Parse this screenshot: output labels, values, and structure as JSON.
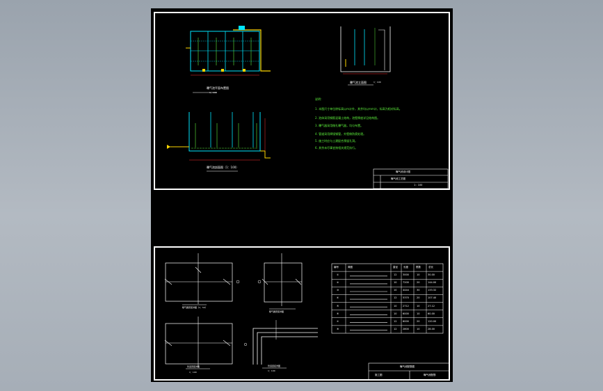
{
  "drawing": {
    "top_sheet": {
      "plan_title": "曝气池平面布置图",
      "plan_scale": "1：100",
      "section_a_title": "曝气池立面图",
      "section_a_scale": "1：100",
      "section_b_title": "曝气池剖面图（1：100）",
      "notes_heading": "说明：",
      "notes": [
        "1. 本图尺寸单位除标高以m计外，其余均以mm计，标高为相对标高。",
        "2. 池体采用钢筋混凝土结构，池壁厚度详见结构图。",
        "3. 曝气器采用微孔曝气器，均匀布置。",
        "4. 管道采用焊接钢管，外壁做防腐处理。",
        "5. 施工时应与土建配合预留孔洞。",
        "6. 其余未尽事宜按相关规范执行。"
      ],
      "title_block": {
        "header": "曝气池设计图",
        "row1": "曝气池工艺图",
        "row2": "1：100"
      }
    },
    "bottom_sheet": {
      "detail_a_title": "曝气器安装详图（1：50）",
      "detail_b_title": "曝气器安装详图",
      "detail_c_title": "管道安装详图",
      "detail_c_scale": "1：100",
      "detail_d_title": "管道连接详图",
      "detail_d_scale": "1：100",
      "table": {
        "headers": [
          "编号",
          "简图",
          "直径",
          "长度",
          "根数",
          "总长"
        ],
        "rows": [
          {
            "id": "①",
            "dia": "12",
            "len": "3000",
            "qty": "10",
            "total": "30.00"
          },
          {
            "id": "②",
            "dia": "10",
            "len": "7200",
            "qty": "20",
            "total": "144.00"
          },
          {
            "id": "③",
            "dia": "10",
            "len": "4444",
            "qty": "30",
            "total": "133.32"
          },
          {
            "id": "④",
            "dia": "12",
            "len": "5370",
            "qty": "20",
            "total": "107.40"
          },
          {
            "id": "⑤",
            "dia": "10",
            "len": "2712",
            "qty": "10",
            "total": "27.12"
          },
          {
            "id": "⑥",
            "dia": "10",
            "len": "6000",
            "qty": "10",
            "total": "60.00"
          },
          {
            "id": "⑦",
            "dia": "12",
            "len": "6000",
            "qty": "20",
            "total": "120.00"
          },
          {
            "id": "⑧",
            "dia": "12",
            "len": "2800",
            "qty": "10",
            "total": "28.00"
          }
        ]
      },
      "title_block": {
        "header": "曝气池配筋图",
        "left": "施工图",
        "right": "曝气池配筋"
      }
    },
    "colors": {
      "background": "#000000",
      "frame": "#ffffff",
      "wall": "#00e6ff",
      "text": "#5df03c",
      "pipe": "#ffd800",
      "dimension": "#ff3030",
      "rebar": "#ffffff"
    }
  }
}
